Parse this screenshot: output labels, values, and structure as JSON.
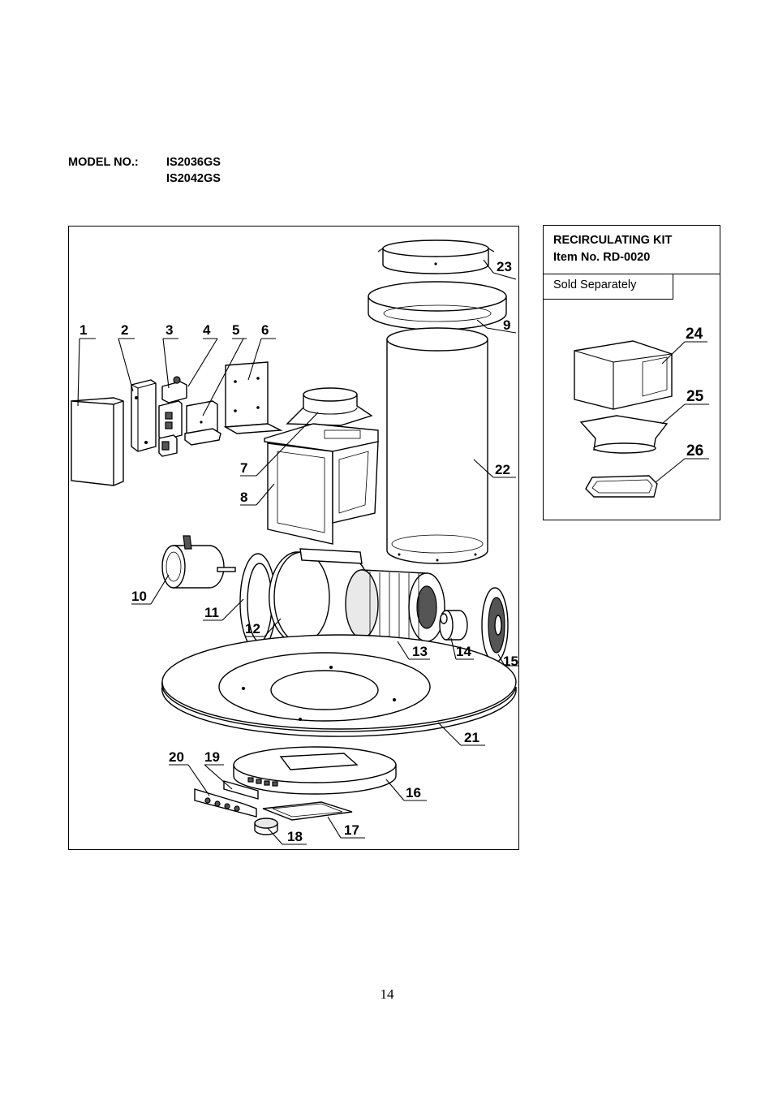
{
  "header": {
    "model_label": "MODEL NO.:",
    "models": [
      "IS2036GS",
      "IS2042GS"
    ]
  },
  "kit": {
    "title_line1": "RECIRCULATING KIT",
    "title_line2": "Item No. RD-0020",
    "sold": "Sold Separately"
  },
  "parts": [
    "1",
    "2",
    "3",
    "4",
    "5",
    "6",
    "7",
    "8",
    "9",
    "10",
    "11",
    "12",
    "13",
    "14",
    "15",
    "16",
    "17",
    "18",
    "19",
    "20",
    "21",
    "22",
    "23"
  ],
  "kit_parts": [
    "24",
    "25",
    "26"
  ],
  "page_number": "14"
}
